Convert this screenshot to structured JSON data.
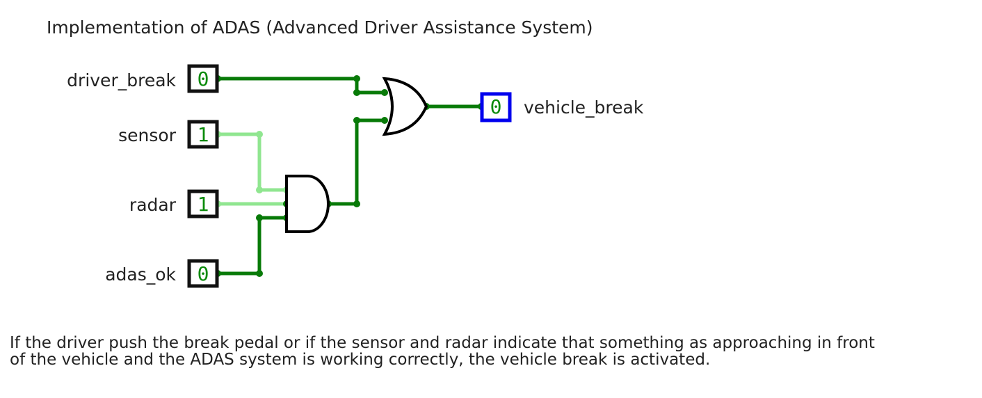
{
  "title": "Implementation of ADAS (Advanced Driver Assistance System)",
  "inputs": [
    {
      "name": "driver_break",
      "value": "0"
    },
    {
      "name": "sensor",
      "value": "1"
    },
    {
      "name": "radar",
      "value": "1"
    },
    {
      "name": "adas_ok",
      "value": "0"
    }
  ],
  "output": {
    "name": "vehicle_break",
    "value": "0"
  },
  "gates": [
    "AND",
    "OR"
  ],
  "colors": {
    "wire_low": "#087a08",
    "wire_high": "#90e690",
    "pin_border": "#111111",
    "output_border": "#0000ee",
    "value_text": "#0a8a0a"
  },
  "description": {
    "line1": "If the driver push the break pedal or if the sensor and radar indicate that something as approaching in front",
    "line2": "of the vehicle and the ADAS system is working correctly, the vehicle break is activated."
  }
}
